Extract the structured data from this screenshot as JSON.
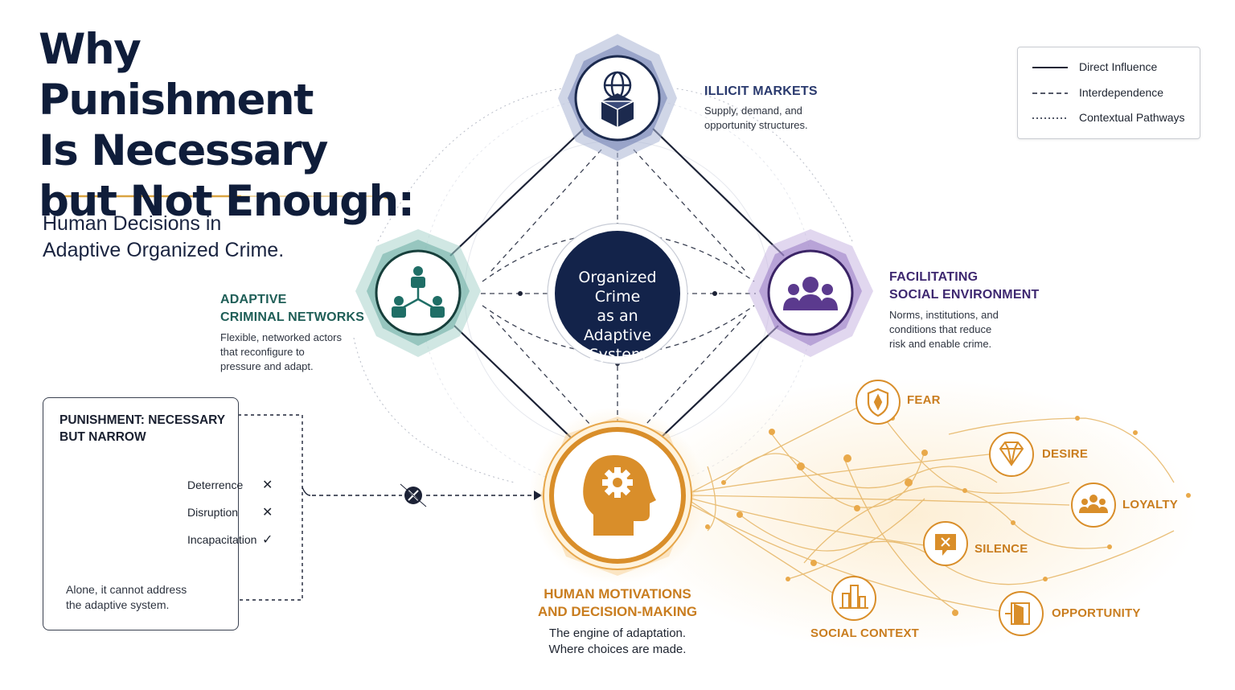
{
  "title": {
    "line1": "Why Punishment",
    "line2": "Is Necessary",
    "line3": "but Not Enough:"
  },
  "subtitle": {
    "line1": "Human Decisions in",
    "line2": "Adaptive Organized Crime."
  },
  "legend": {
    "direct": "Direct Influence",
    "interdependence": "Interdependence",
    "contextual": "Contextual Pathways"
  },
  "center": {
    "line1": "Organized Crime",
    "line2": "as an",
    "line3": "Adaptive System"
  },
  "illicit_markets": {
    "title": "ILLICIT MARKETS",
    "desc_line1": "Supply, demand, and",
    "desc_line2": "opportunity structures."
  },
  "adaptive_networks": {
    "title_line1": "ADAPTIVE",
    "title_line2": "CRIMINAL NETWORKS",
    "desc_line1": "Flexible, networked actors",
    "desc_line2": "that reconfigure to",
    "desc_line3": "pressure and adapt."
  },
  "social_environment": {
    "title_line1": "FACILITATING",
    "title_line2": "SOCIAL ENVIRONMENT",
    "desc_line1": "Norms, institutions, and",
    "desc_line2": "conditions that reduce",
    "desc_line3": "risk and enable crime."
  },
  "human_motivations": {
    "title_line1": "HUMAN MOTIVATIONS",
    "title_line2": "AND DECISION-MAKING",
    "desc_line1": "The engine of adaptation.",
    "desc_line2": "Where choices are made."
  },
  "punishment": {
    "title_line1": "PUNISHMENT: NECESSARY",
    "title_line2": "BUT NARROW",
    "items": [
      {
        "label": "Deterrence",
        "mark": "✕"
      },
      {
        "label": "Disruption",
        "mark": "✕"
      },
      {
        "label": "Incapacitation",
        "mark": "✓"
      }
    ],
    "foot_line1": "Alone, it cannot address",
    "foot_line2": "the adaptive system."
  },
  "motivations": [
    {
      "label": "FEAR",
      "icon": "shield-icon"
    },
    {
      "label": "DESIRE",
      "icon": "diamond-icon"
    },
    {
      "label": "LOYALTY",
      "icon": "group-icon"
    },
    {
      "label": "SILENCE",
      "icon": "speech-bubble-x-icon"
    },
    {
      "label": "SOCIAL CONTEXT",
      "icon": "buildings-icon"
    },
    {
      "label": "OPPORTUNITY",
      "icon": "door-icon"
    }
  ],
  "colors": {
    "navy": "#13234a",
    "markets": "#4f6296",
    "networks": "#1f6e66",
    "social": "#5b3a8e",
    "motivation": "#d98e2a",
    "accent_line": "#e0a84a"
  }
}
